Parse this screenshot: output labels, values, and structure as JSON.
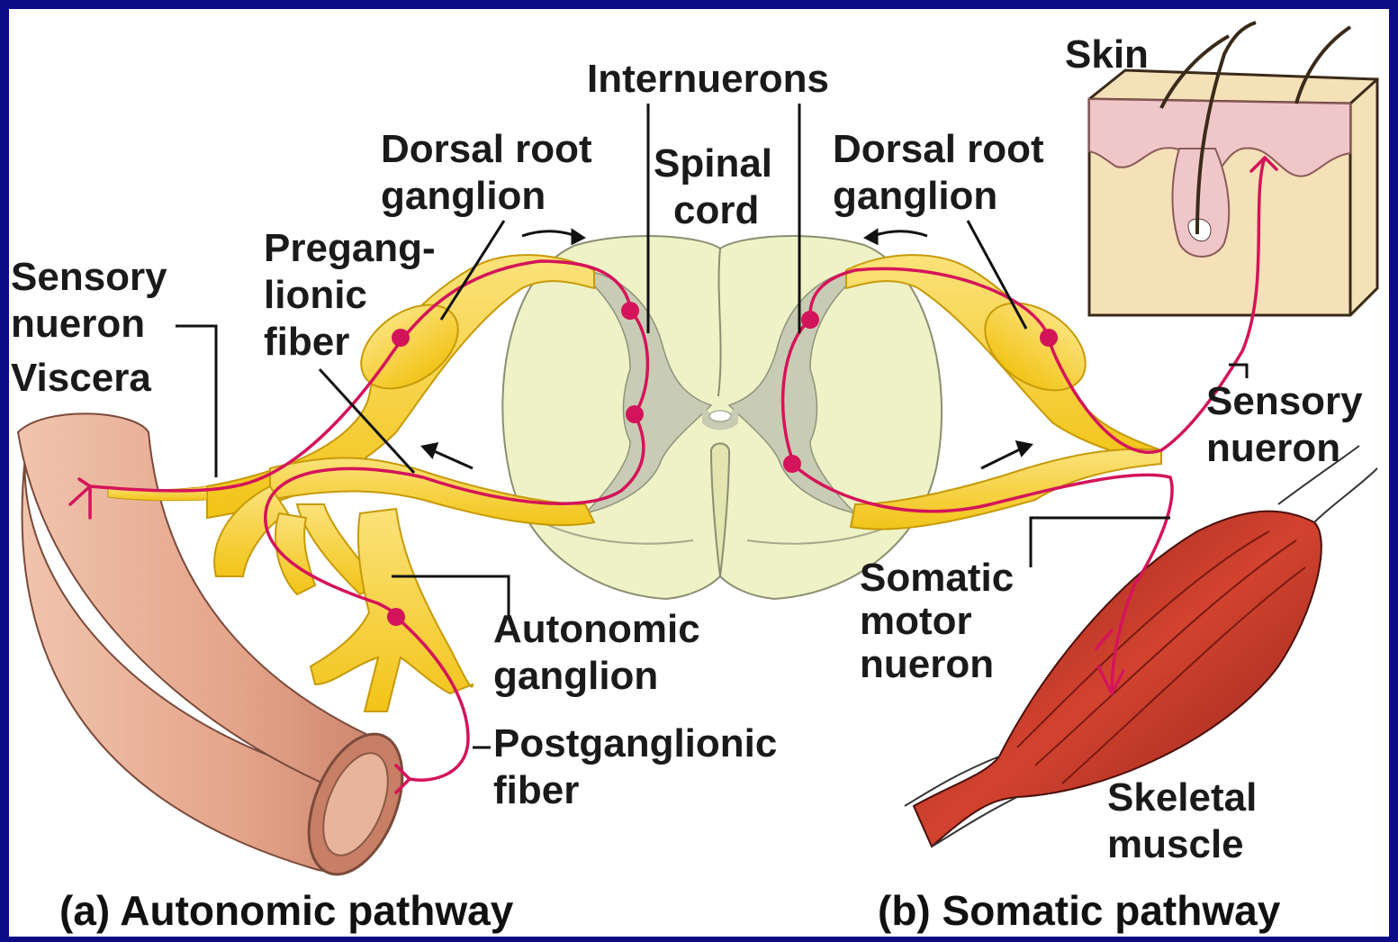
{
  "labels": {
    "skin": "Skin",
    "internuerons": "Internuerons",
    "dorsal_root_left_1": "Dorsal root",
    "dorsal_root_left_2": "ganglion",
    "spinal_cord_1": "Spinal",
    "spinal_cord_2": "cord",
    "dorsal_root_right_1": "Dorsal root",
    "dorsal_root_right_2": "ganglion",
    "preganglionic_1": "Pregang-",
    "preganglionic_2": "lionic",
    "preganglionic_3": "fiber",
    "sensory_left_1": "Sensory",
    "sensory_left_2": "nueron",
    "viscera": "Viscera",
    "sensory_right_1": "Sensory",
    "sensory_right_2": "nueron",
    "somatic_1": "Somatic",
    "somatic_2": "motor",
    "somatic_3": "nueron",
    "autonomic_ganglion_1": "Autonomic",
    "autonomic_ganglion_2": "ganglion",
    "postganglionic_1": "Postganglionic",
    "postganglionic_2": "fiber",
    "skeletal_1": "Skeletal",
    "skeletal_2": "muscle"
  },
  "captions": {
    "autonomic": "(a) Autonomic pathway",
    "somatic": "(b) Somatic pathway"
  },
  "colors": {
    "background": "#0b0b86",
    "nerve_yellow": "#f7d22a",
    "neuron_magenta": "#d4145a",
    "cord_cream": "#eef2c6",
    "gray_matter": "#c9ccb4",
    "viscera_pink": "#e2a58c",
    "muscle_red": "#c0392b",
    "skin_pink": "#f0c7c9",
    "skin_tan": "#f5e1b8"
  }
}
